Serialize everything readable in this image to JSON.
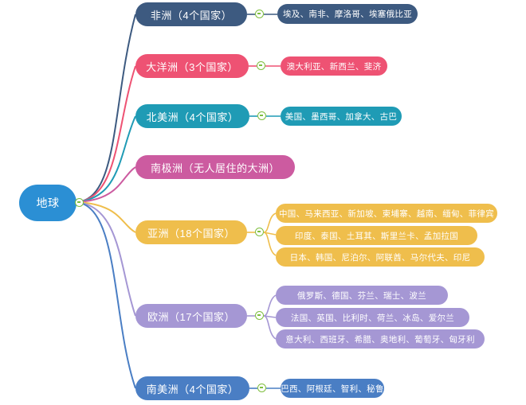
{
  "map": {
    "title": "地球",
    "root": {
      "label": "地球",
      "color": "#2b8fd4"
    },
    "branches": [
      {
        "label": "非洲（4个国家）",
        "color": "#3d5a80",
        "leaves": [
          {
            "label": "埃及、南非、摩洛哥、埃塞俄比亚"
          }
        ]
      },
      {
        "label": "大洋洲（3个国家）",
        "color": "#ee5273",
        "leaves": [
          {
            "label": "澳大利亚、新西兰、斐济"
          }
        ]
      },
      {
        "label": "北美洲（4个国家）",
        "color": "#1f9bb5",
        "leaves": [
          {
            "label": "美国、墨西哥、加拿大、古巴"
          }
        ]
      },
      {
        "label": "南极洲（无人居住的大洲）",
        "color": "#cc5ba0",
        "leaves": []
      },
      {
        "label": "亚洲（18个国家）",
        "color": "#efbe4c",
        "leaves": [
          {
            "label": "中国、马来西亚、新加坡、柬埔寨、越南、缅甸、菲律宾"
          },
          {
            "label": "印度、泰国、土耳其、斯里兰卡、孟加拉国"
          },
          {
            "label": "日本、韩国、尼泊尔、阿联酋、马尔代夫、印尼"
          }
        ]
      },
      {
        "label": "欧洲（17个国家）",
        "color": "#a597d4",
        "leaves": [
          {
            "label": "俄罗斯、德国、芬兰、瑞士、波兰"
          },
          {
            "label": "法国、英国、比利时、荷兰、冰岛、爱尔兰"
          },
          {
            "label": "意大利、西班牙、希腊、奥地利、葡萄牙、匈牙利"
          }
        ]
      },
      {
        "label": "南美洲（4个国家）",
        "color": "#4a7ec4",
        "leaves": [
          {
            "label": "巴西、阿根廷、智利、秘鲁"
          }
        ]
      }
    ],
    "toggle_icon": "minus-circle-icon",
    "toggle_color": "#7fbf3f"
  }
}
